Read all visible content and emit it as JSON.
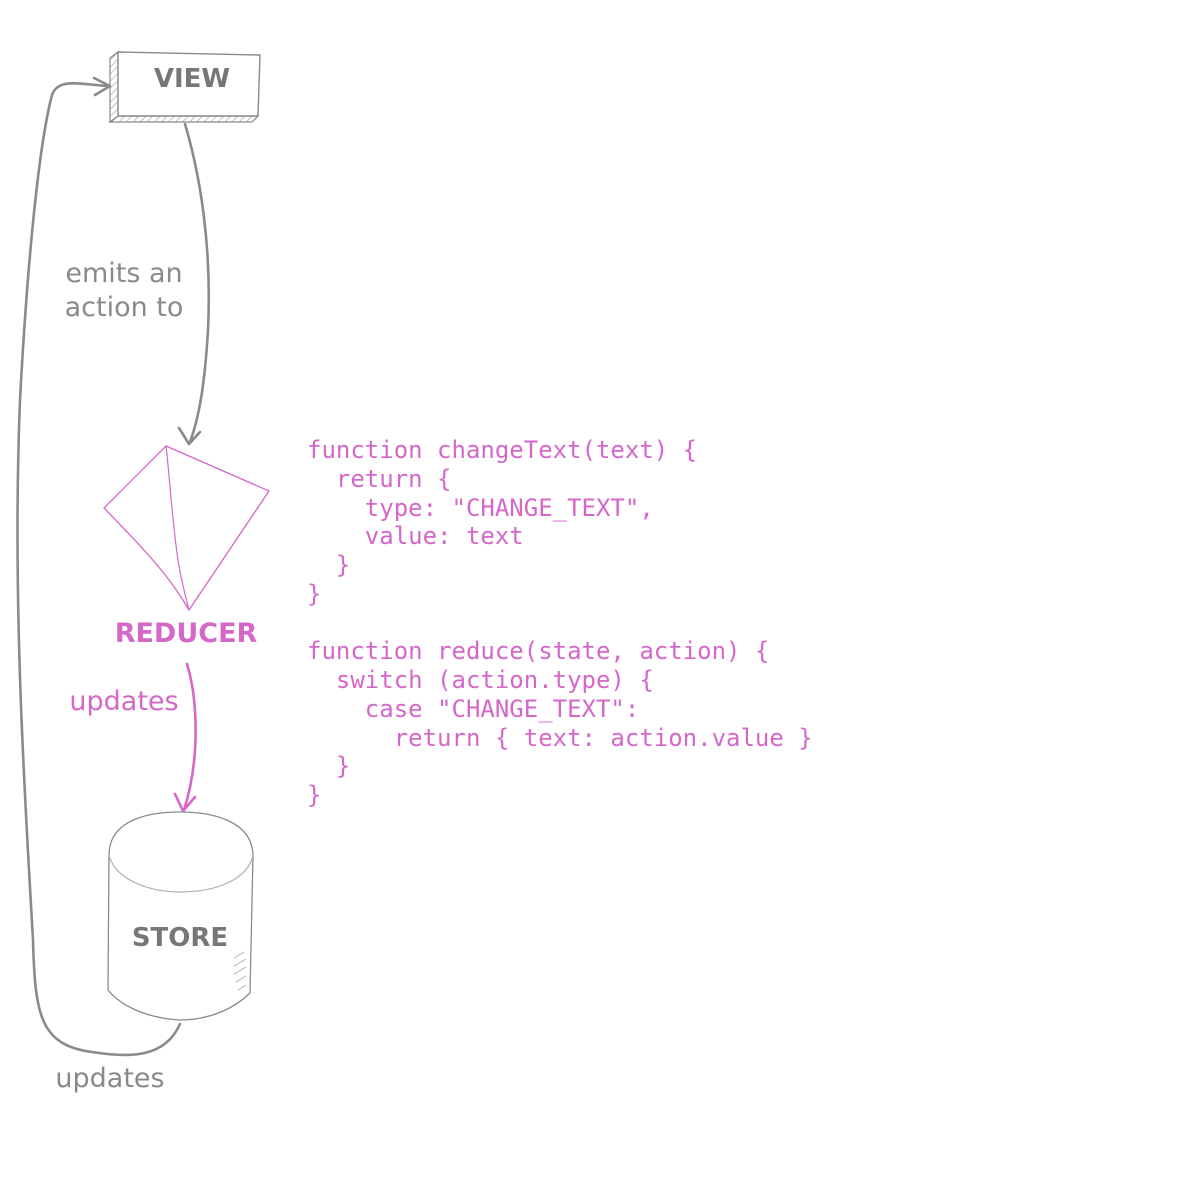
{
  "diagram": {
    "nodes": {
      "view": {
        "label": "VIEW"
      },
      "reducer": {
        "label": "REDUCER"
      },
      "store": {
        "label": "STORE"
      }
    },
    "edges": {
      "view_to_reducer": {
        "label_line1": "emits an",
        "label_line2": "action to"
      },
      "reducer_to_store": {
        "label": "updates"
      },
      "store_to_view": {
        "label": "updates"
      }
    },
    "colors": {
      "gray": "#8a8a8a",
      "pink": "#d567c8",
      "light_gray": "#b0b0b0"
    }
  },
  "code": {
    "lines": [
      "function changeText(text) {",
      "  return {",
      "    type: \"CHANGE_TEXT\",",
      "    value: text",
      "  }",
      "}",
      "",
      "function reduce(state, action) {",
      "  switch (action.type) {",
      "    case \"CHANGE_TEXT\":",
      "      return { text: action.value }",
      "  }",
      "}"
    ]
  }
}
